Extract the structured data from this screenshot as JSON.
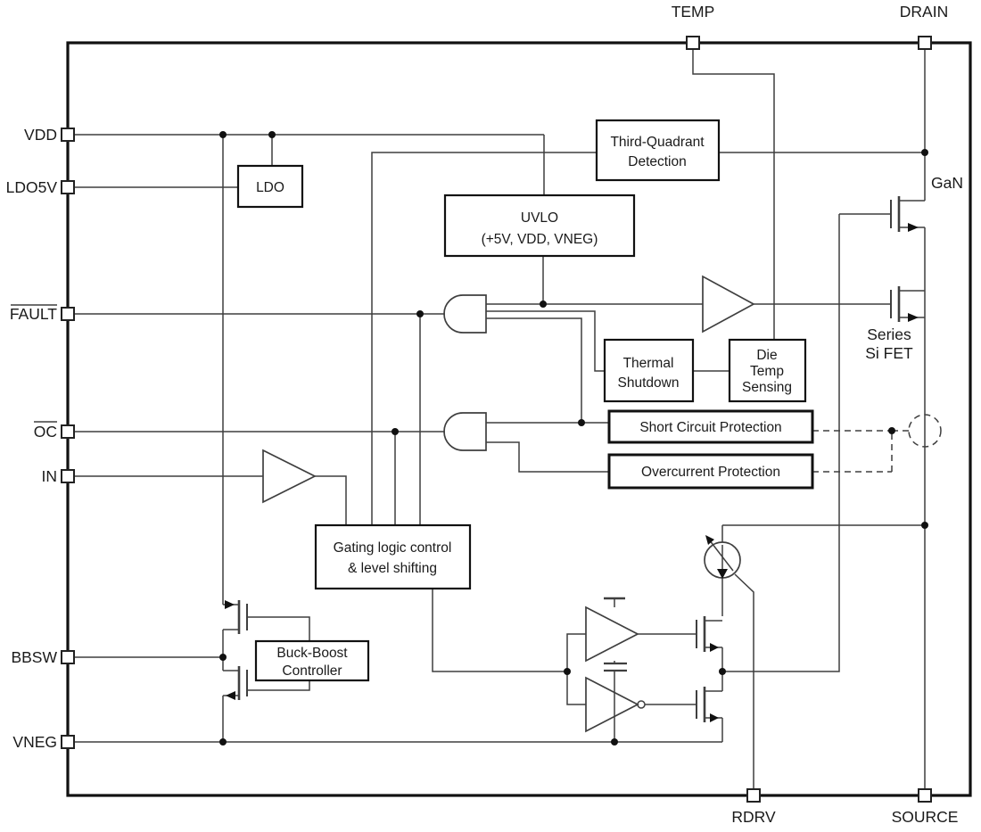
{
  "pins": {
    "vdd": "VDD",
    "ldo5v": "LDO5V",
    "fault": "FAULT",
    "oc": "OC",
    "in": "IN",
    "bbsw": "BBSW",
    "vneg": "VNEG",
    "temp": "TEMP",
    "drain": "DRAIN",
    "rdrv": "RDRV",
    "source": "SOURCE"
  },
  "blocks": {
    "ldo": "LDO",
    "third_quadrant": {
      "line1": "Third-Quadrant",
      "line2": "Detection"
    },
    "uvlo": {
      "line1": "UVLO",
      "line2": "(+5V, VDD, VNEG)"
    },
    "thermal_shutdown": {
      "line1": "Thermal",
      "line2": "Shutdown"
    },
    "die_temp": {
      "line1": "Die",
      "line2": "Temp",
      "line3": "Sensing"
    },
    "short_circuit": "Short Circuit Protection",
    "overcurrent": "Overcurrent Protection",
    "gating": {
      "line1": "Gating logic control",
      "line2": "& level shifting"
    },
    "buck_boost": {
      "line1": "Buck-Boost",
      "line2": "Controller"
    }
  },
  "annotations": {
    "gan": "GaN",
    "series_fet_line1": "Series",
    "series_fet_line2": "Si FET"
  },
  "colors": {
    "wire": "#3f3f3f",
    "border": "#111111",
    "background": "#ffffff"
  }
}
